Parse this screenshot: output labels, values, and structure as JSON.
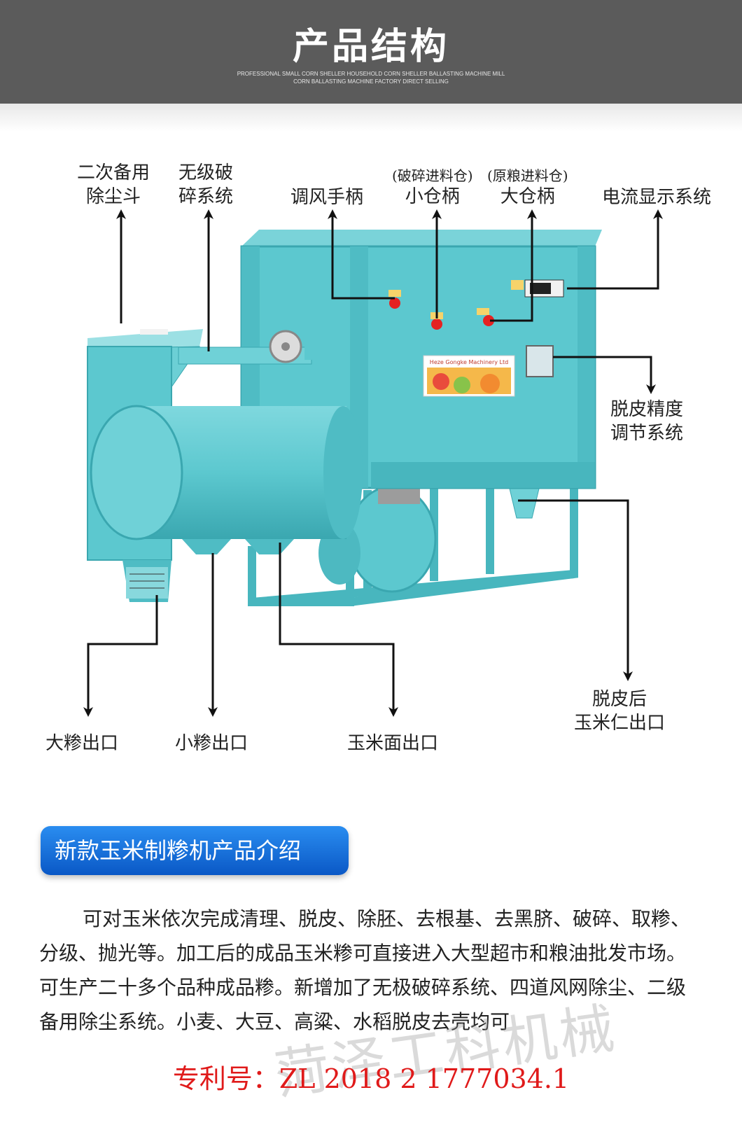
{
  "header": {
    "title": "产品结构",
    "subtitle_line1": "PROFESSIONAL SMALL CORN SHELLER HOUSEHOLD CORN SHELLER BALLASTING MACHINE MILL",
    "subtitle_line2": "CORN BALLASTING MACHINE FACTORY DIRECT SELLING"
  },
  "callouts": {
    "dust_hopper_l1": "二次备用",
    "dust_hopper_l2": "除尘斗",
    "crusher_l1": "无级破",
    "crusher_l2": "碎系统",
    "air_handle": "调风手柄",
    "small_bin_note": "(破碎进料仓)",
    "small_bin": "小仓柄",
    "big_bin_note": "(原粮进料仓)",
    "big_bin": "大仓柄",
    "current_display": "电流显示系统",
    "peel_adjust_l1": "脱皮精度",
    "peel_adjust_l2": "调节系统",
    "large_grits": "大糁出口",
    "small_grits": "小糁出口",
    "corn_flour": "玉米面出口",
    "kernel_out_l1": "脱皮后",
    "kernel_out_l2": "玉米仁出口"
  },
  "machine": {
    "panel_label": "Heze Gongke Machinery Ltd"
  },
  "intro": {
    "banner": "新款玉米制糁机产品介绍",
    "body": "可对玉米依次完成清理、脱皮、除胚、去根基、去黑脐、破碎、取糁、分级、抛光等。加工后的成品玉米糁可直接进入大型超市和粮油批发市场。可生产二十多个品种成品糁。新增加了无极破碎系统、四道风网除尘、二级备用除尘系统。小麦、大豆、高粱、水稻脱皮去壳均可",
    "patent": "专利号：ZL 2018 2 1777034.1",
    "watermark": "菏泽工科机械"
  },
  "colors": {
    "machine_body": "#5cc8cf",
    "machine_dark": "#3aa7b0",
    "header_bg": "#5b5b5b",
    "banner": "#1a74de",
    "patent": "#e01a1a"
  }
}
